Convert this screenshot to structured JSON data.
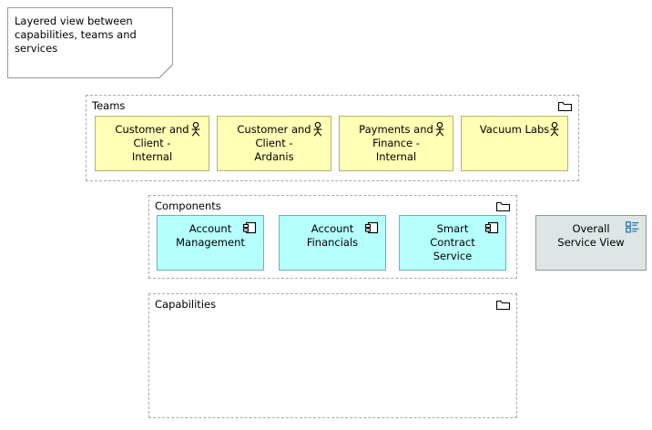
{
  "diagram": {
    "title_note": {
      "text": "Layered view between capabilities, teams and services",
      "icon": "note-folded-corner-icon"
    },
    "groups": [
      {
        "id": "teams",
        "label": "Teams",
        "icon": "folder-icon",
        "members": [
          {
            "label": "Customer and\nClient -\nInternal",
            "icon": "actor-icon",
            "fill": "#ffffb5",
            "stroke": "#b5b56c"
          },
          {
            "label": "Customer and\nClient -\nArdanis",
            "icon": "actor-icon",
            "fill": "#ffffb5",
            "stroke": "#b5b56c"
          },
          {
            "label": "Payments and\nFinance -\nInternal",
            "icon": "actor-icon",
            "fill": "#ffffb5",
            "stroke": "#b5b56c"
          },
          {
            "label": "Vacuum Labs",
            "icon": "actor-icon",
            "fill": "#ffffb5",
            "stroke": "#b5b56c"
          }
        ]
      },
      {
        "id": "components",
        "label": "Components",
        "icon": "folder-icon",
        "members": [
          {
            "label": "Account\nManagement",
            "icon": "uml-component-icon",
            "fill": "#b5ffff",
            "stroke": "#6cb5b5"
          },
          {
            "label": "Account\nFinancials",
            "icon": "uml-component-icon",
            "fill": "#b5ffff",
            "stroke": "#6cb5b5"
          },
          {
            "label": "Smart\nContract\nService",
            "icon": "uml-component-icon",
            "fill": "#b5ffff",
            "stroke": "#6cb5b5"
          }
        ]
      },
      {
        "id": "capabilities",
        "label": "Capabilities",
        "icon": "folder-icon",
        "members": []
      }
    ],
    "standalone": [
      {
        "id": "overall-service-view",
        "label": "Overall\nService View",
        "icon": "diagram-view-icon",
        "fill": "#dde5e5",
        "stroke": "#8a9a9a"
      }
    ],
    "colors": {
      "team_fill": "#ffffb5",
      "team_stroke": "#b5b56c",
      "component_fill": "#b5ffff",
      "component_stroke": "#6cb5b5",
      "view_fill": "#dde5e5",
      "view_stroke": "#8a9a9a",
      "group_stroke": "#a8a8a8",
      "view_icon": "#1f6fb5",
      "canvas": "#ffffff"
    }
  }
}
